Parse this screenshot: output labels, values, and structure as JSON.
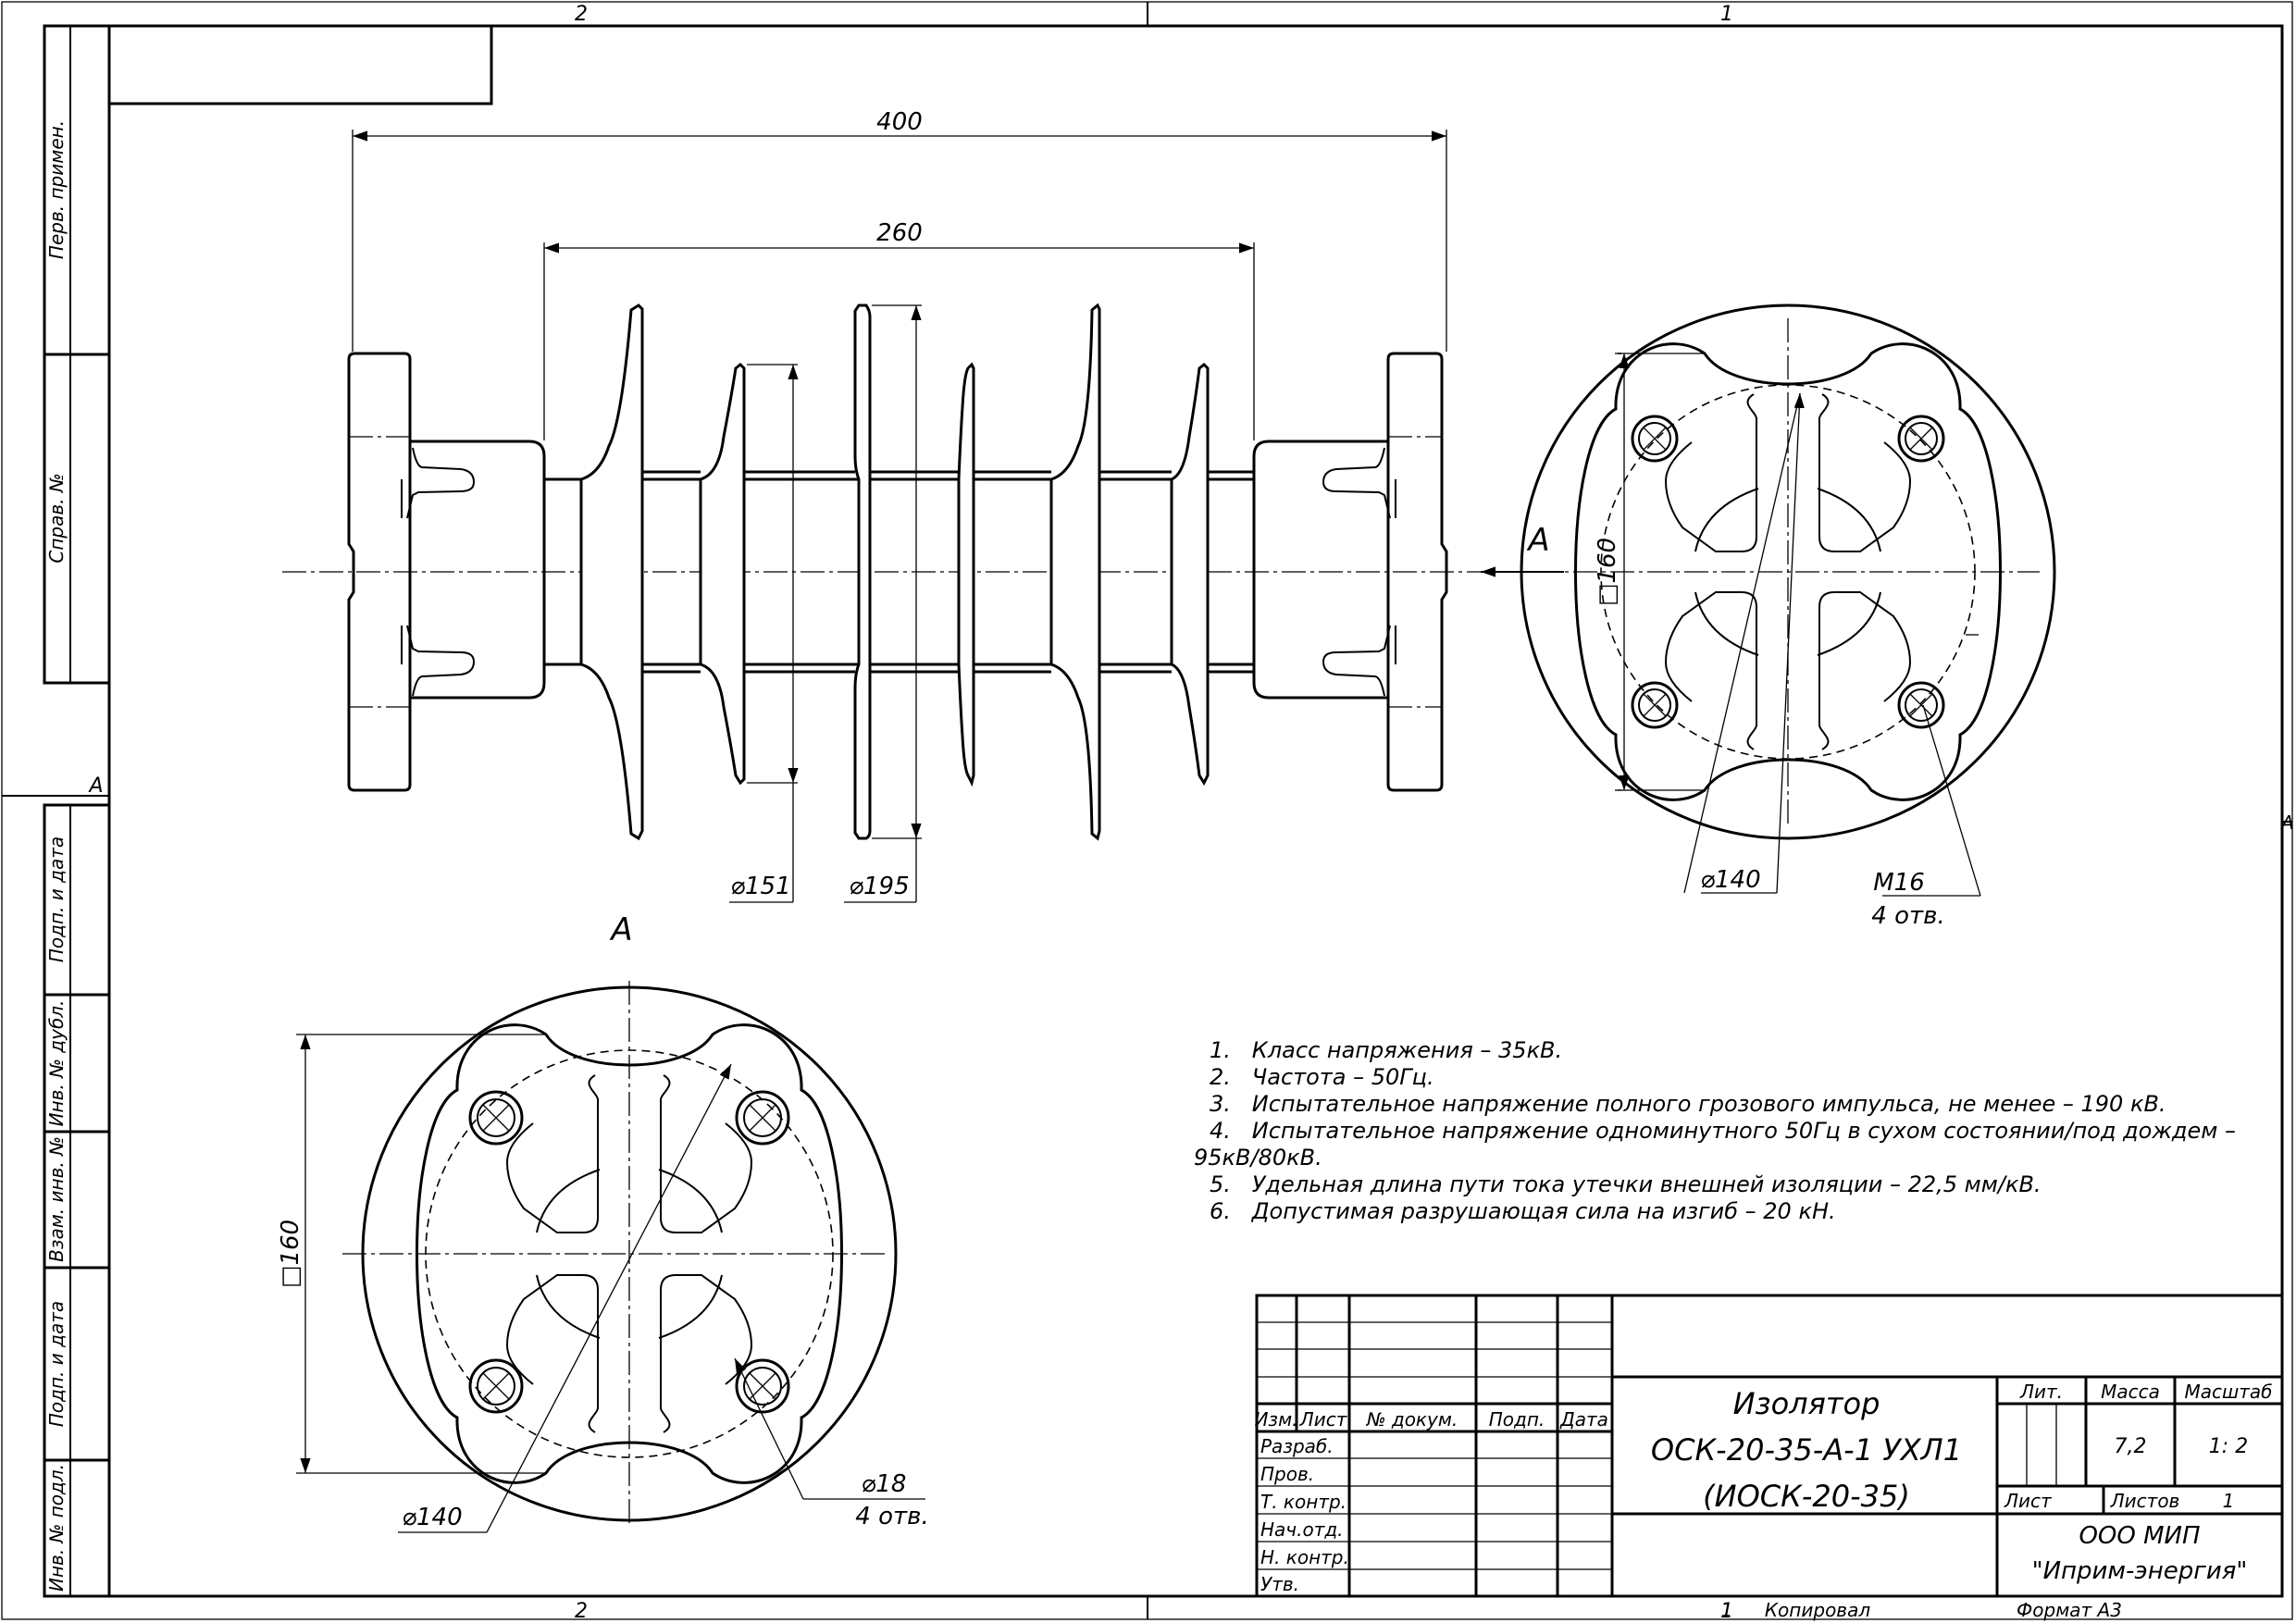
{
  "zones": {
    "top_left": "2",
    "top_right": "1",
    "bottom_left": "2",
    "bottom_right": "1",
    "left_side": "A",
    "right_side": "A"
  },
  "side_labels": [
    "Перв. примен.",
    "Справ. №",
    "Подп. и дата",
    "Инв. № дубл.",
    "Взам. инв. №",
    "Подп. и дата",
    "Инв. № подл."
  ],
  "dimensions": {
    "overall_length": "400",
    "body_length": "260",
    "shed_small": "⌀151",
    "shed_large": "⌀195",
    "flange_square": "□160",
    "bolt_circle": "⌀140",
    "thread": "M16",
    "thread_holes": "4 отв.",
    "hole_diameter": "⌀18",
    "hole_count": "4 отв."
  },
  "views": {
    "view_a_arrow": "A",
    "view_a_title": "A"
  },
  "notes": [
    "1.   Класс напряжения – 35кВ.",
    "2.   Частота – 50Гц.",
    "3.   Испытательное напряжение полного грозового импульса, не менее – 190 кВ.",
    "4.   Испытательное напряжение одноминутного 50Гц в сухом состоянии/под дождем –",
    "95кВ/80кВ.",
    "5.   Удельная длина пути тока утечки внешней изоляции – 22,5 мм/кВ.",
    "6.   Допустимая разрушающая сила на изгиб – 20 кН."
  ],
  "title_block": {
    "headers": [
      "Изм.",
      "Лист",
      "№ докум.",
      "Подп.",
      "Дата"
    ],
    "roles": [
      "Разраб.",
      "Пров.",
      "Т. контр.",
      "Нач.отд.",
      "Н. контр.",
      "Утв."
    ],
    "title_lines": [
      "Изолятор",
      "ОСК-20-35-А-1 УХЛ1",
      "(ИОСК-20-35)"
    ],
    "lit_label": "Лит.",
    "mass_label": "Масса",
    "scale_label": "Масштаб",
    "mass_value": "7,2",
    "scale_value": "1: 2",
    "sheet_label": "Лист",
    "sheets_label": "Листов",
    "sheets_value": "1",
    "org_lines": [
      "ООО МИП",
      "\"Иприм-энергия\""
    ],
    "copied_number": "1",
    "copied_label": "Копировал",
    "format_label": "Формат А3"
  }
}
